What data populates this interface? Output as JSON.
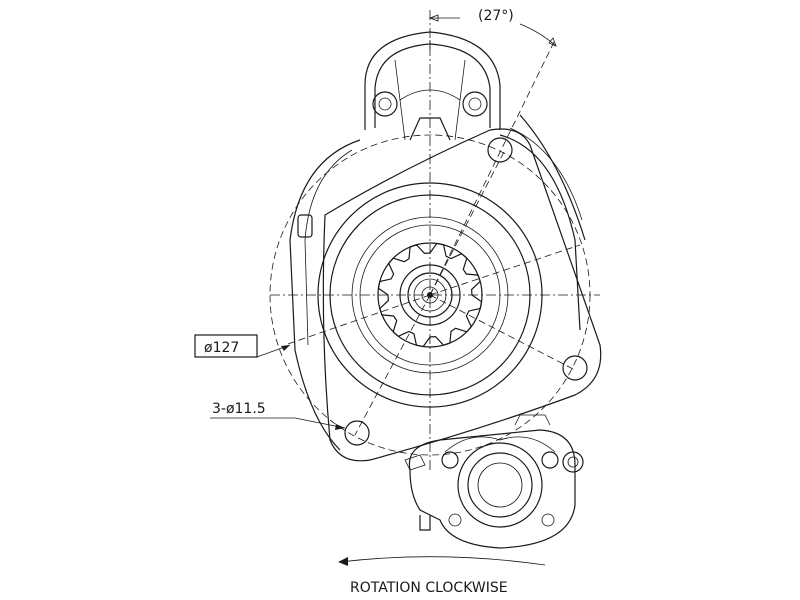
{
  "labels": {
    "angle": "(27°)",
    "pitch_diameter": "ø127",
    "holes": "3-ø11.5",
    "rotation": "ROTATION CLOCKWISE"
  },
  "colors": {
    "line": "#1a1a1a",
    "background": "#ffffff"
  }
}
